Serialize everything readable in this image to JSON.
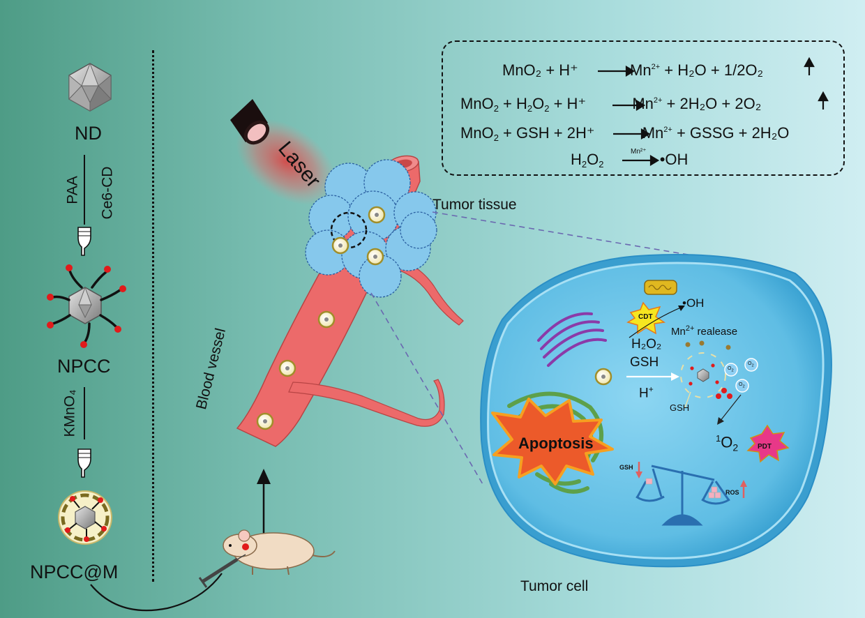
{
  "synthesis": {
    "nd_label": "ND",
    "paa_label": "PAA",
    "ce6cd_label": "Ce6-CD",
    "npcc_label": "NPCC",
    "kmno4_label": "KMnO₄",
    "npccm_label": "NPCC@M"
  },
  "in_vivo": {
    "laser_label": "Laser",
    "tumor_tissue_label": "Tumor tissue",
    "blood_vessel_label": "Blood vessel"
  },
  "reactions": {
    "eq1": {
      "lhs": "MnO₂ + H⁺",
      "mn": "Mn",
      "mn_charge": "2+",
      "rhs": "+ H₂O + 1/2O₂"
    },
    "eq2": {
      "lhs_a": "MnO",
      "lhs_a_sub": "2",
      "lhs_b": " + H",
      "lhs_b_sub": "2",
      "lhs_c": "O",
      "lhs_d_sub": "2",
      "lhs_e": " + H⁺",
      "mn": "Mn",
      "mn_charge": "2+",
      "rhs": "+ 2H₂O + 2O₂"
    },
    "eq3": {
      "lhs_a": "MnO",
      "lhs_a_sub": "2",
      "lhs_b": " + GSH + 2H⁺",
      "mn": "Mn",
      "mn_charge": "2+",
      "rhs": "+ GSSG + 2H₂O"
    },
    "eq4": {
      "lhs_a": "H",
      "lhs_a_sub": "2",
      "lhs_b": "O",
      "lhs_b_sub": "2",
      "catalyst": "Mn²⁺",
      "product": "•OH"
    }
  },
  "tumor_cell": {
    "cdt_label": "CDT",
    "oh_label": "•OH",
    "mn_release_label": "Mn",
    "mn_release_charge": "2+",
    "mn_release_suffix": " realease",
    "h2o2_label": "H₂O₂",
    "gsh_label": "GSH",
    "h_label": "H",
    "h_charge": "+",
    "gsh_inner_label": "GSH",
    "o2_bubble_label": "O",
    "o2_bubble_sub": "2",
    "singlet_o2_pre": "1",
    "singlet_o2_label": "O",
    "singlet_o2_sub": "2",
    "pdt_label": "PDT",
    "apoptosis_label": "Apoptosis",
    "gsh_balance_label": "GSH",
    "ros_balance_label": "ROS",
    "tumor_cell_label": "Tumor cell"
  },
  "colors": {
    "vessel": "#ec6a6a",
    "vessel_dark": "#c94848",
    "tumor": "#86c8ec",
    "cell": "#68c2e6",
    "cell_edge": "#2b8fc6",
    "apoptosis": "#ec5a2a",
    "golgi": "#8b3aa8",
    "er": "#5da04a",
    "balance": "#2a6fb0",
    "nanoparticle_dot": "#e11b1b",
    "laser": "#e04848"
  }
}
